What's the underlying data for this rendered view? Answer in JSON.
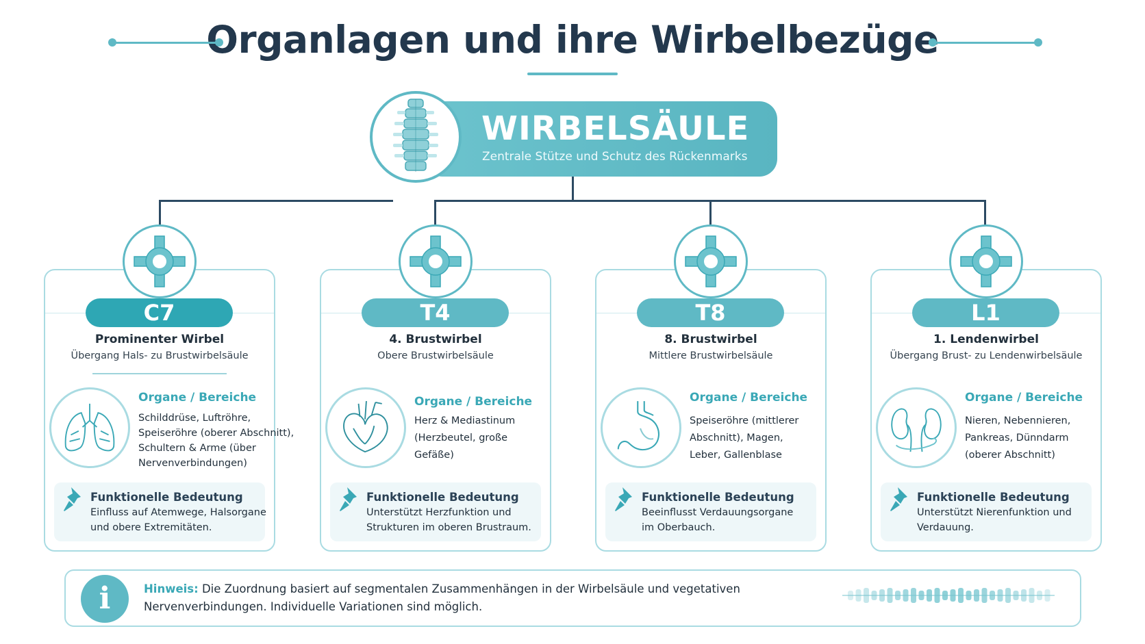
{
  "title": "Organlagen und ihre Wirbelbezüge",
  "colors": {
    "teal": "#5fb9c5",
    "teal_dark": "#2ea7b4",
    "navy": "#23384d",
    "line": "#2c4a63"
  },
  "spine": {
    "title": "WIRBELSÄULE",
    "subtitle": "Zentrale Stütze und Schutz des Rückenmarks",
    "icon": "spine-icon"
  },
  "cards": [
    {
      "label": "C7",
      "name": "Prominenter Wirbel",
      "description": "Übergang Hals- zu Brustwirbelsäule",
      "organ_icon": "lungs-icon",
      "organs_heading": "Organe / Bereiche",
      "organs_text": "Schilddrüse, Luftröhre,\nSpeiseröhre (oberer Abschnitt),\nSchultern & Arme (über\nNervenverbindungen)",
      "function_heading": "Funktionelle Bedeutung",
      "function_text": "Einfluss auf Atemwege, Halsorgane\nund obere Extremitäten."
    },
    {
      "label": "T4",
      "name": "4. Brustwirbel",
      "description": "Obere Brustwirbelsäule",
      "organ_icon": "heart-icon",
      "organs_heading": "Organe / Bereiche",
      "organs_text": "Herz & Mediastinum\n(Herzbeutel, große\nGefäße)",
      "function_heading": "Funktionelle Bedeutung",
      "function_text": "Unterstützt Herzfunktion und\nStrukturen im oberen Brustraum."
    },
    {
      "label": "T8",
      "name": "8. Brustwirbel",
      "description": "Mittlere Brustwirbelsäule",
      "organ_icon": "stomach-icon",
      "organs_heading": "Organe / Bereiche",
      "organs_text": "Speiseröhre (mittlerer\nAbschnitt), Magen,\nLeber, Gallenblase",
      "function_heading": "Funktionelle Bedeutung",
      "function_text": "Beeinflusst Verdauungsorgane\nim Oberbauch."
    },
    {
      "label": "L1",
      "name": "1. Lendenwirbel",
      "description": "Übergang Brust- zu Lendenwirbelsäule",
      "organ_icon": "kidneys-icon",
      "organs_heading": "Organe / Bereiche",
      "organs_text": "Nieren, Nebennieren,\nPankreas, Dünndarm\n(oberer Abschnitt)",
      "function_heading": "Funktionelle Bedeutung",
      "function_text": "Unterstützt Nierenfunktion und\nVerdauung."
    }
  ],
  "note": {
    "label": "Hinweis:",
    "text": " Die Zuordnung basiert auf segmentalen Zusammenhängen in der Wirbelsäule und vegetativen Nervenverbindungen. Individuelle Variationen sind möglich.",
    "icon": "info-icon"
  }
}
